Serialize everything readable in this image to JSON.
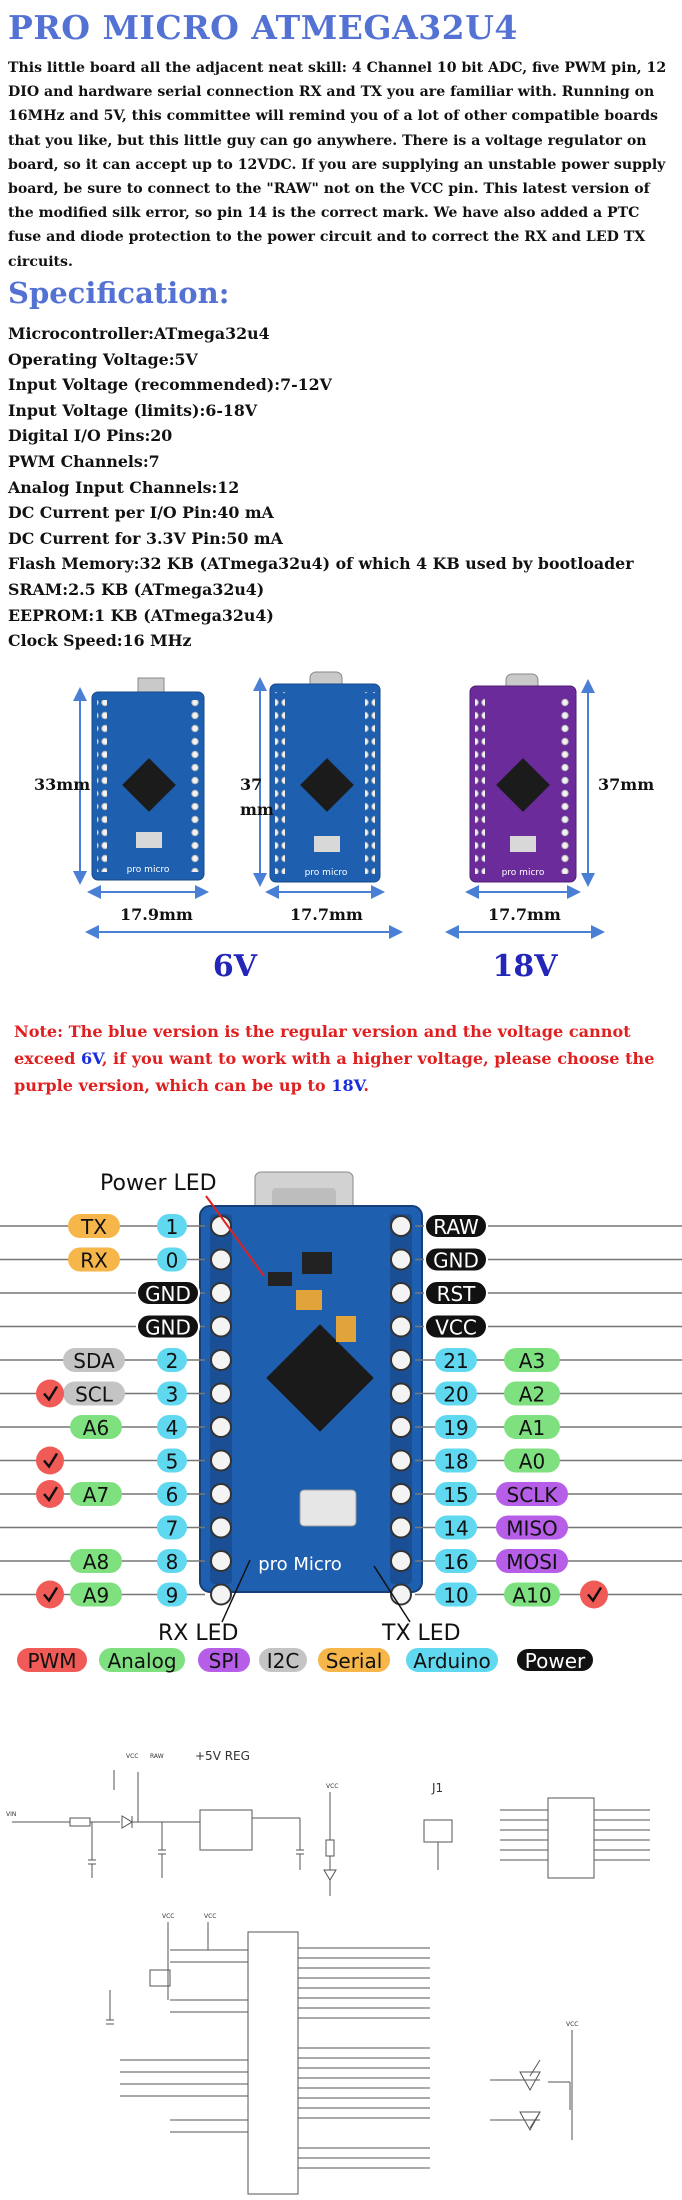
{
  "title": "PRO MICRO ATMEGA32U4",
  "intro": "This little board all the adjacent neat skill: 4 Channel 10 bit ADC, five PWM pin, 12 DIO and hardware serial connection RX and TX you are familiar with.   Running on 16MHz and 5V, this committee will remind you of a lot of other compatible boards that you like, but this little guy can go anywhere.   There is a voltage regulator on board, so it can accept up to 12VDC.   If you are supplying an unstable power supply board, be sure to connect to the \"RAW\" not on the VCC pin.  This latest version of the modified silk error, so pin 14 is the correct mark.  We have also added a PTC fuse and diode protection to the power circuit and to correct the RX and LED TX circuits.",
  "spec_heading": "Specification:",
  "specs": [
    "Microcontroller:ATmega32u4",
    "Operating Voltage:5V",
    "Input Voltage (recommended):7-12V",
    "Input Voltage (limits):6-18V",
    "Digital I/O Pins:20",
    "PWM Channels:7",
    "Analog Input Channels:12",
    "DC Current per I/O Pin:40 mA",
    "DC Current for 3.3V Pin:50 mA",
    "Flash Memory:32 KB (ATmega32u4) of which 4 KB used by bootloader",
    "SRAM:2.5 KB (ATmega32u4)",
    "EEPROM:1 KB (ATmega32u4)",
    "Clock Speed:16 MHz"
  ],
  "boards": {
    "height_left": "33mm",
    "height_mid_line1": "37",
    "height_mid_line2": "mm",
    "height_right": "37mm",
    "width_left": "17.9mm",
    "width_mid": "17.7mm",
    "width_right": "17.7mm",
    "volt_blue": "6V",
    "volt_purple": "18V",
    "silk_label": "pro micro",
    "colors": {
      "blue_pcb": "#1f5fb0",
      "purple_pcb": "#6b2b9a",
      "arrow": "#4a7fd6"
    }
  },
  "note": {
    "part1": "Note: The blue version is the regular version and the voltage cannot exceed ",
    "v1": "6V",
    "part2": ", if you want to work with a higher voltage, please choose the purple version, which can be up to ",
    "v2": "18V",
    "part3": "."
  },
  "pinout": {
    "power_led": "Power LED",
    "rx_led": "RX LED",
    "tx_led": "TX LED",
    "silk": "pro Micro",
    "left_pins": [
      {
        "num": "1",
        "label": "TX",
        "label_type": "serial"
      },
      {
        "num": "0",
        "label": "RX",
        "label_type": "serial"
      },
      {
        "num": "",
        "label": "GND",
        "label_type": "power"
      },
      {
        "num": "",
        "label": "GND",
        "label_type": "power"
      },
      {
        "num": "2",
        "label": "SDA",
        "label_type": "i2c"
      },
      {
        "num": "3",
        "label": "SCL",
        "label_type": "i2c",
        "pwm": true
      },
      {
        "num": "4",
        "label": "A6",
        "label_type": "analog"
      },
      {
        "num": "5",
        "label": "",
        "label_type": "",
        "pwm": true
      },
      {
        "num": "6",
        "label": "A7",
        "label_type": "analog",
        "pwm": true
      },
      {
        "num": "7",
        "label": "",
        "label_type": ""
      },
      {
        "num": "8",
        "label": "A8",
        "label_type": "analog"
      },
      {
        "num": "9",
        "label": "A9",
        "label_type": "analog",
        "pwm": true
      }
    ],
    "right_pins": [
      {
        "num": "",
        "label": "RAW",
        "label_type": "power"
      },
      {
        "num": "",
        "label": "GND",
        "label_type": "power"
      },
      {
        "num": "",
        "label": "RST",
        "label_type": "power"
      },
      {
        "num": "",
        "label": "VCC",
        "label_type": "power"
      },
      {
        "num": "21",
        "label": "A3",
        "label_type": "analog"
      },
      {
        "num": "20",
        "label": "A2",
        "label_type": "analog"
      },
      {
        "num": "19",
        "label": "A1",
        "label_type": "analog"
      },
      {
        "num": "18",
        "label": "A0",
        "label_type": "analog"
      },
      {
        "num": "15",
        "label": "SCLK",
        "label_type": "spi"
      },
      {
        "num": "14",
        "label": "MISO",
        "label_type": "spi"
      },
      {
        "num": "16",
        "label": "MOSI",
        "label_type": "spi"
      },
      {
        "num": "10",
        "label": "A10",
        "label_type": "analog",
        "pwm": true
      }
    ],
    "legend": [
      {
        "label": "PWM",
        "type": "pwm"
      },
      {
        "label": "Analog",
        "type": "analog"
      },
      {
        "label": "SPI",
        "type": "spi"
      },
      {
        "label": "I2C",
        "type": "i2c"
      },
      {
        "label": "Serial",
        "type": "serial"
      },
      {
        "label": "Arduino",
        "type": "arduino"
      },
      {
        "label": "Power",
        "type": "power"
      }
    ],
    "colors": {
      "pwm": "#f05a57",
      "analog": "#7fe07f",
      "spi": "#b65ee8",
      "i2c": "#c4c4c4",
      "serial": "#f6b64a",
      "arduino": "#5fd8f0",
      "power": "#111111"
    }
  },
  "schematic": {
    "reg_title": "+5V REG",
    "j1": "J1",
    "labels": [
      "VCC",
      "RAW",
      "VIN",
      "VCC",
      "VCC",
      "VCC",
      "VCC"
    ]
  }
}
